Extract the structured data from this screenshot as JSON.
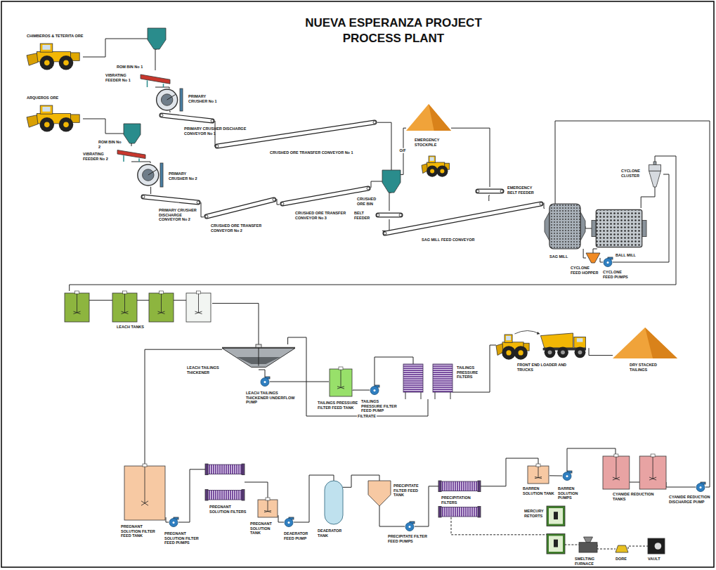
{
  "diagram": {
    "title": "NUEVA ESPERANZA PROJECT PROCESS PLANT",
    "nodes": [
      {
        "text": [
          "CHIMBEROS & TETERITA ORE"
        ]
      },
      {
        "text": [
          "ROM BIN No 1"
        ]
      },
      {
        "text": [
          "VIBRATING FEEDER No 1"
        ]
      },
      {
        "text": [
          "PRIMARY CRUSHER No 1"
        ]
      },
      {
        "text": [
          "PRIMARY CRUSHER DISCHARGE CONVEYOR No 1"
        ]
      },
      {
        "text": [
          "CRUSHED ORE TRANSFER CONVEYOR No 1"
        ]
      },
      {
        "text": [
          "ARQUEROS ORE"
        ]
      },
      {
        "text": [
          "ROM BIN No 2"
        ]
      },
      {
        "text": [
          "VIBRATING FEEDER No 2"
        ]
      },
      {
        "text": [
          "PRIMARY CRUSHER No 2"
        ]
      },
      {
        "text": [
          "PRIMARY CRUSHER DISCHARGE CONVEYOR No 2"
        ]
      },
      {
        "text": [
          "CRUSHED ORE TRANSFER CONVEYOR No 2"
        ]
      },
      {
        "text": [
          "CRUSHED ORE TRANSFER CONVEYOR No 3"
        ]
      },
      {
        "text": [
          "CRUSHED ORE BIN"
        ]
      },
      {
        "text": [
          "BELT FEEDER"
        ]
      },
      {
        "text": [
          "EMERGENCY STOCKPILE"
        ]
      },
      {
        "text": [
          "EMERGENCY BELT FEEDER"
        ]
      },
      {
        "text": [
          "SAG MILL FEED CONVEYOR"
        ]
      },
      {
        "text": [
          "SAG MILL"
        ]
      },
      {
        "text": [
          "BALL MILL"
        ]
      },
      {
        "text": [
          "CYCLONE FEED HOPPER"
        ]
      },
      {
        "text": [
          "CYCLONE FEED PUMPS"
        ]
      },
      {
        "text": [
          "CYCLONE CLUSTER"
        ]
      },
      {
        "text": [
          "LEACH TANKS"
        ]
      },
      {
        "text": [
          "LEACH TAILINGS THICKENER"
        ]
      },
      {
        "text": [
          "LEACH TAILINGS THICKENER UNDERFLOW PUMP"
        ]
      },
      {
        "text": [
          "TAILINGS PRESSURE FILTER FEED TANK"
        ]
      },
      {
        "text": [
          "TAILINGS PRESSURE FILTER FEED PUMP"
        ]
      },
      {
        "text": [
          "TAILINGS PRESSURE FILTERS"
        ]
      },
      {
        "text": [
          "FRONT END LOADER AND TRUCKS"
        ]
      },
      {
        "text": [
          "DRY STACKED TAILINGS"
        ]
      },
      {
        "text": [
          "PREGNANT SOLUTION FILTER FEED TANK"
        ]
      },
      {
        "text": [
          "PREGNANT SOLUTION FILTER FEED PUMPS"
        ]
      },
      {
        "text": [
          "PREGNANT SOLUTION FILTERS"
        ]
      },
      {
        "text": [
          "PREGNANT SOLUTION TANK"
        ]
      },
      {
        "text": [
          "DEAERATOR FEED PUMP"
        ]
      },
      {
        "text": [
          "DEAERATOR TANK"
        ]
      },
      {
        "text": [
          "PRECIPITATE FILTER FEED TANK"
        ]
      },
      {
        "text": [
          "PRECIPITATE FILTER FEED PUMPS"
        ]
      },
      {
        "text": [
          "PRECIPITATION FILTERS"
        ]
      },
      {
        "text": [
          "BARREN SOLUTION TANK"
        ]
      },
      {
        "text": [
          "BARREN SOLUTION PUMPS"
        ]
      },
      {
        "text": [
          "CYANIDE REDUCTION TANKS"
        ]
      },
      {
        "text": [
          "CYANIDE REDUCTION DISCHARGE PUMP"
        ]
      },
      {
        "text": [
          "MERCURY RETORTS"
        ]
      },
      {
        "text": [
          "SMELTING FURNACE"
        ]
      },
      {
        "text": [
          "DORE"
        ]
      },
      {
        "text": [
          "VAULT"
        ]
      }
    ],
    "edges": [
      {
        "from": 0,
        "to": 1,
        "arrow": "none"
      },
      {
        "from": 1,
        "to": 2,
        "arrow": "none"
      },
      {
        "from": 2,
        "to": 3,
        "arrow": "none"
      },
      {
        "from": 3,
        "to": 4,
        "arrow": "none"
      },
      {
        "from": 4,
        "to": 5,
        "arrow": "none"
      },
      {
        "from": 5,
        "to": 13,
        "arrow": "none"
      },
      {
        "from": 6,
        "to": 7,
        "arrow": "none"
      },
      {
        "from": 7,
        "to": 8,
        "arrow": "none"
      },
      {
        "from": 8,
        "to": 9,
        "arrow": "none"
      },
      {
        "from": 9,
        "to": 10,
        "arrow": "none"
      },
      {
        "from": 10,
        "to": 11,
        "arrow": "none"
      },
      {
        "from": 11,
        "to": 12,
        "arrow": "none"
      },
      {
        "from": 12,
        "to": 13,
        "arrow": "none"
      },
      {
        "from": 13,
        "to": 15,
        "label": "O/F",
        "arrow": "none"
      },
      {
        "from": 13,
        "to": 14,
        "arrow": "none"
      },
      {
        "from": 14,
        "to": 17,
        "arrow": "none"
      },
      {
        "from": 15,
        "to": 16,
        "arrow": "none"
      },
      {
        "from": 16,
        "to": 17,
        "arrow": "none"
      },
      {
        "from": 17,
        "to": 18,
        "arrow": "none"
      },
      {
        "from": 18,
        "to": 19,
        "arrow": "none"
      },
      {
        "from": 18,
        "to": 20,
        "arrow": "none"
      },
      {
        "from": 19,
        "to": 20,
        "arrow": "none"
      },
      {
        "from": 20,
        "to": 21,
        "arrow": "none"
      },
      {
        "from": 21,
        "to": 22,
        "arrow": "none"
      },
      {
        "from": 22,
        "to": 19,
        "arrow": "none"
      },
      {
        "from": 22,
        "to": 23,
        "arrow": "none"
      },
      {
        "from": 23,
        "to": 24,
        "arrow": "none"
      },
      {
        "from": 24,
        "to": 31,
        "arrow": "none"
      },
      {
        "from": 24,
        "to": 25,
        "arrow": "none"
      },
      {
        "from": 25,
        "to": 26,
        "arrow": "none"
      },
      {
        "from": 26,
        "to": 27,
        "arrow": "none"
      },
      {
        "from": 27,
        "to": 28,
        "arrow": "none"
      },
      {
        "from": 28,
        "to": 24,
        "label": "FILTRATE",
        "arrow": "none"
      },
      {
        "from": 28,
        "to": 29,
        "arrow": "none"
      },
      {
        "from": 29,
        "to": 30,
        "arrow": "none"
      },
      {
        "from": 31,
        "to": 32,
        "arrow": "none"
      },
      {
        "from": 32,
        "to": 33,
        "arrow": "none"
      },
      {
        "from": 33,
        "to": 34,
        "arrow": "none"
      },
      {
        "from": 34,
        "to": 35,
        "arrow": "none"
      },
      {
        "from": 35,
        "to": 36,
        "arrow": "none"
      },
      {
        "from": 36,
        "to": 37,
        "arrow": "none"
      },
      {
        "from": 37,
        "to": 38,
        "arrow": "none"
      },
      {
        "from": 38,
        "to": 39,
        "arrow": "none"
      },
      {
        "from": 39,
        "to": 40,
        "arrow": "none"
      },
      {
        "from": 39,
        "to": 44,
        "arrow": "none"
      },
      {
        "from": 44,
        "to": 45,
        "arrow": "none"
      },
      {
        "from": 45,
        "to": 46,
        "arrow": "none"
      },
      {
        "from": 46,
        "to": 47,
        "arrow": "none"
      },
      {
        "from": 40,
        "to": 41,
        "arrow": "none"
      },
      {
        "from": 41,
        "to": 42,
        "arrow": "none"
      },
      {
        "from": 42,
        "to": 43,
        "arrow": "none"
      },
      {
        "from": 43,
        "to": 18,
        "arrow": "none"
      }
    ]
  }
}
